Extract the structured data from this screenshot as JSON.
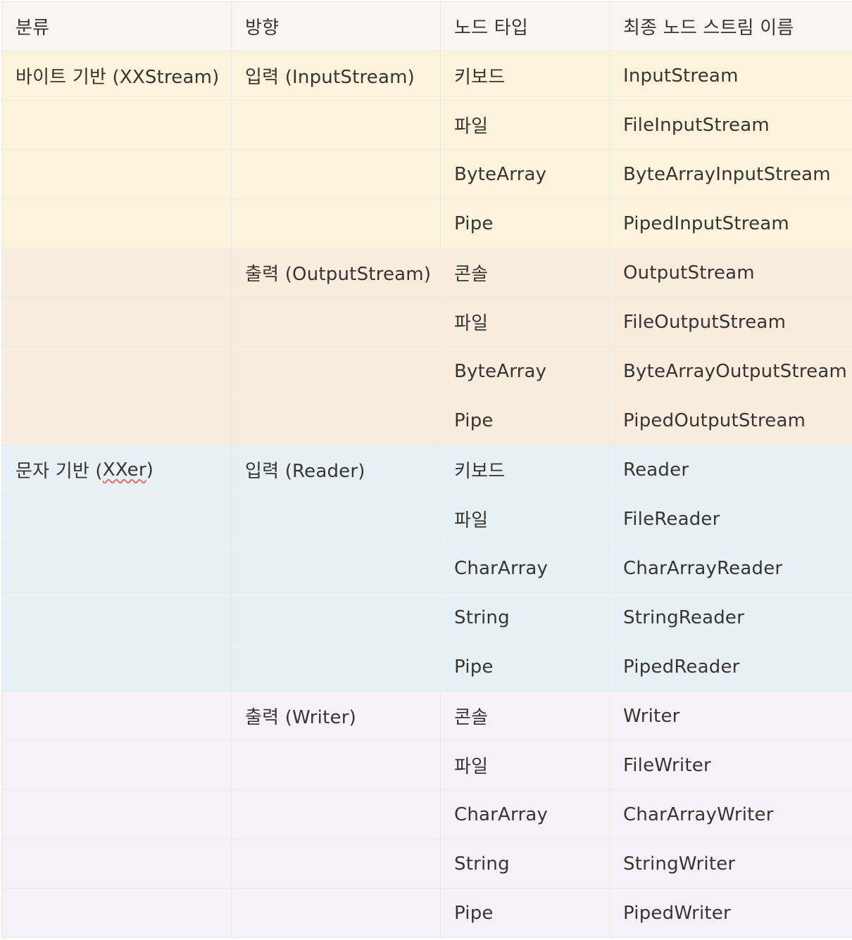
{
  "headers": [
    "분류",
    "방향",
    "노드 타입",
    "최종 노드 스트림 이름"
  ],
  "rows": [
    {
      "group": "yellow",
      "category": "바이트 기반 (XXStream)",
      "direction": "입력 (InputStream)",
      "node_type": "키보드",
      "stream_name": "InputStream"
    },
    {
      "group": "yellow",
      "category": "",
      "direction": "",
      "node_type": "파일",
      "stream_name": "FileInputStream"
    },
    {
      "group": "yellow",
      "category": "",
      "direction": "",
      "node_type": "ByteArray",
      "stream_name": "ByteArrayInputStream"
    },
    {
      "group": "yellow",
      "category": "",
      "direction": "",
      "node_type": "Pipe",
      "stream_name": "PipedInputStream"
    },
    {
      "group": "orange",
      "category": "",
      "direction": "출력 (OutputStream)",
      "node_type": "콘솔",
      "stream_name": "OutputStream"
    },
    {
      "group": "orange",
      "category": "",
      "direction": "",
      "node_type": "파일",
      "stream_name": "FileOutputStream"
    },
    {
      "group": "orange",
      "category": "",
      "direction": "",
      "node_type": "ByteArray",
      "stream_name": "ByteArrayOutputStream"
    },
    {
      "group": "orange",
      "category": "",
      "direction": "",
      "node_type": "Pipe",
      "stream_name": "PipedOutputStream"
    },
    {
      "group": "blue",
      "category_prefix": "문자 기반 (",
      "category_squiggle": "XXer",
      "category_suffix": ")",
      "direction": "입력 (Reader)",
      "node_type": "키보드",
      "stream_name": "Reader"
    },
    {
      "group": "blue",
      "category": "",
      "direction": "",
      "node_type": "파일",
      "stream_name": "FileReader"
    },
    {
      "group": "blue",
      "category": "",
      "direction": "",
      "node_type": "CharArray",
      "stream_name": "CharArrayReader"
    },
    {
      "group": "blue",
      "category": "",
      "direction": "",
      "node_type": "String",
      "stream_name": "StringReader"
    },
    {
      "group": "blue",
      "category": "",
      "direction": "",
      "node_type": "Pipe",
      "stream_name": "PipedReader"
    },
    {
      "group": "purple",
      "category": "",
      "direction": "출력 (Writer)",
      "node_type": "콘솔",
      "stream_name": "Writer"
    },
    {
      "group": "purple",
      "category": "",
      "direction": "",
      "node_type": "파일",
      "stream_name": "FileWriter"
    },
    {
      "group": "purple",
      "category": "",
      "direction": "",
      "node_type": "CharArray",
      "stream_name": "CharArrayWriter"
    },
    {
      "group": "purple",
      "category": "",
      "direction": "",
      "node_type": "String",
      "stream_name": "StringWriter"
    },
    {
      "group": "purple",
      "category": "",
      "direction": "",
      "node_type": "Pipe",
      "stream_name": "PipedWriter"
    }
  ],
  "colors": {
    "header": "#f7f6f3",
    "yellow": "#fbf3db",
    "orange": "#f8ecdf",
    "blue": "#e7f0f5",
    "purple": "#f4f1f8",
    "text": "#37352f",
    "border": "#ebe9e4"
  }
}
